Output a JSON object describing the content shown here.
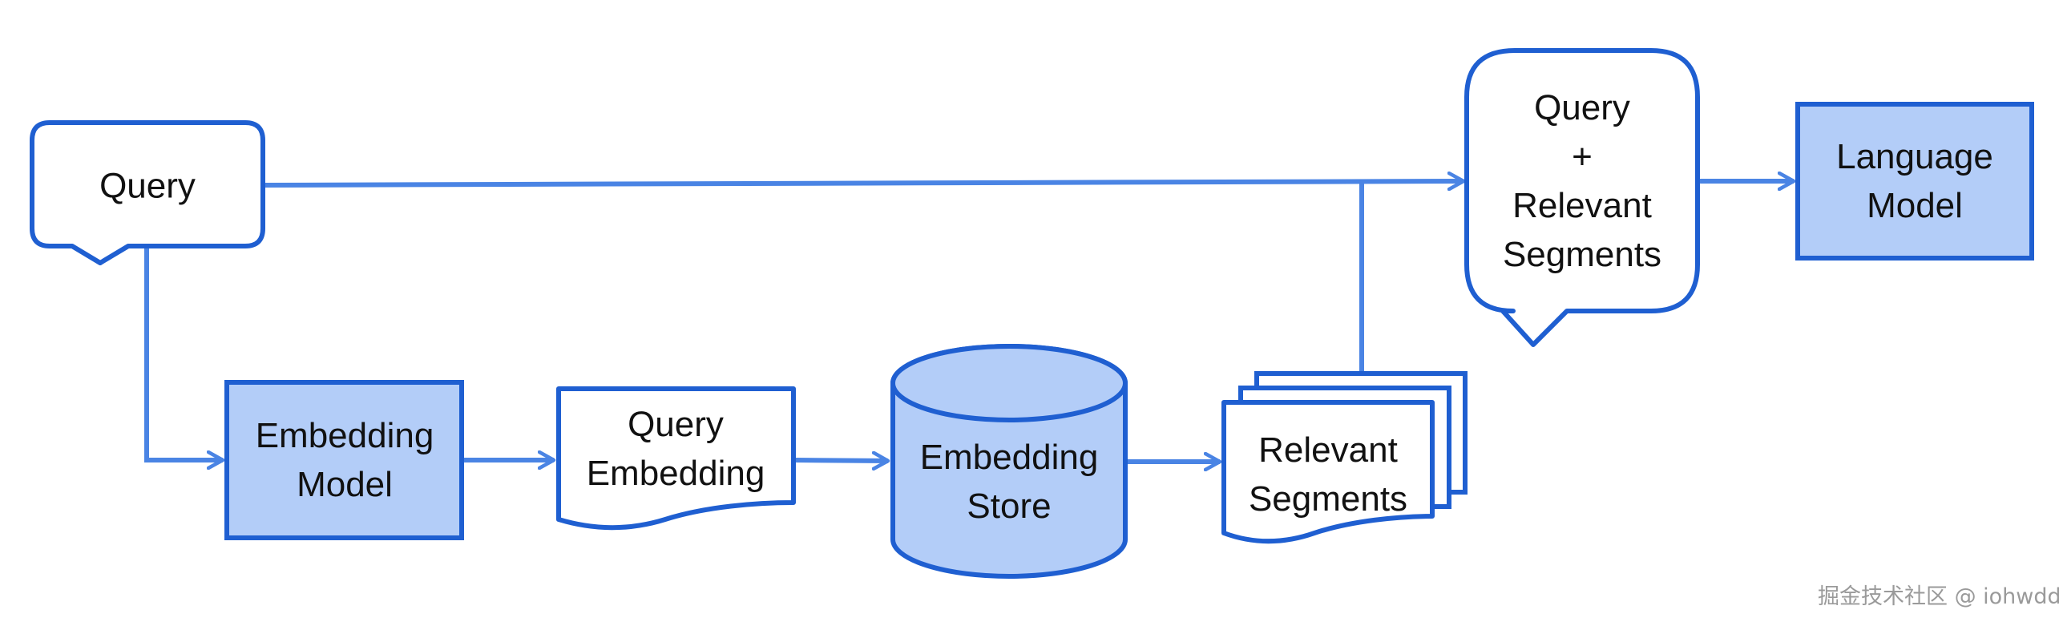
{
  "colors": {
    "stroke": "#1f5fd1",
    "arrow": "#4a84e4",
    "fill_filled": "#b3cdf8",
    "fill_plain": "#ffffff",
    "text": "#111111"
  },
  "nodes": {
    "query": {
      "lines": [
        "Query"
      ]
    },
    "embedding_model": {
      "lines": [
        "Embedding",
        "Model"
      ]
    },
    "query_embedding": {
      "lines": [
        "Query",
        "Embedding"
      ]
    },
    "embedding_store": {
      "lines": [
        "Embedding",
        "Store"
      ]
    },
    "relevant_segments": {
      "lines": [
        "Relevant",
        "Segments"
      ]
    },
    "query_plus_segments": {
      "lines": [
        "Query",
        "+",
        "Relevant",
        "Segments"
      ]
    },
    "language_model": {
      "lines": [
        "Language",
        "Model"
      ]
    }
  },
  "edges": [
    {
      "from": "query",
      "to": "query_plus_segments"
    },
    {
      "from": "query",
      "to": "embedding_model"
    },
    {
      "from": "embedding_model",
      "to": "query_embedding"
    },
    {
      "from": "query_embedding",
      "to": "embedding_store"
    },
    {
      "from": "embedding_store",
      "to": "relevant_segments"
    },
    {
      "from": "relevant_segments",
      "to": "query_plus_segments"
    },
    {
      "from": "query_plus_segments",
      "to": "language_model"
    }
  ],
  "watermark": "掘金技术社区 @ iohwdd"
}
